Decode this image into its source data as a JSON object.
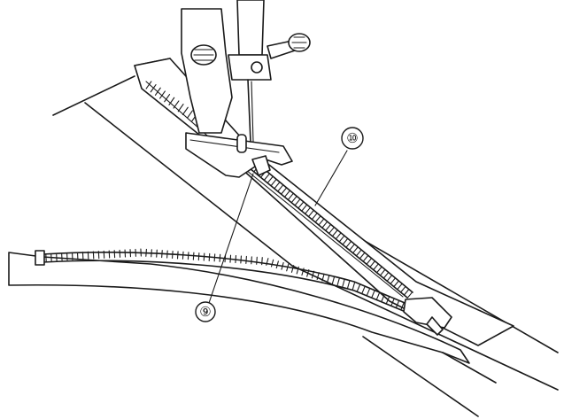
{
  "figure": {
    "callouts": [
      {
        "id": "callout-9",
        "label": "⑨"
      },
      {
        "id": "callout-10",
        "label": "⑩"
      }
    ]
  }
}
